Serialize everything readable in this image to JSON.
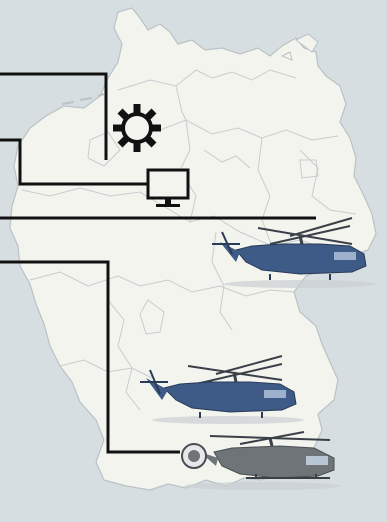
{
  "map": {
    "region": "Germany",
    "land_color": "#f4f4ef",
    "sea_color": "#d6dee2",
    "border_color": "#b9c2c4",
    "line_color": "#111111"
  },
  "markers": [
    {
      "icon": "gear-icon"
    },
    {
      "icon": "monitor-icon"
    },
    {
      "icon": "helicopter-icon",
      "kind": "heavy transport helicopter",
      "color": "#3e5a86"
    },
    {
      "icon": "helicopter-icon",
      "kind": "heavy transport helicopter",
      "color": "#3e5a86"
    },
    {
      "icon": "helicopter-icon",
      "kind": "light utility helicopter",
      "color": "#6f7478"
    }
  ]
}
